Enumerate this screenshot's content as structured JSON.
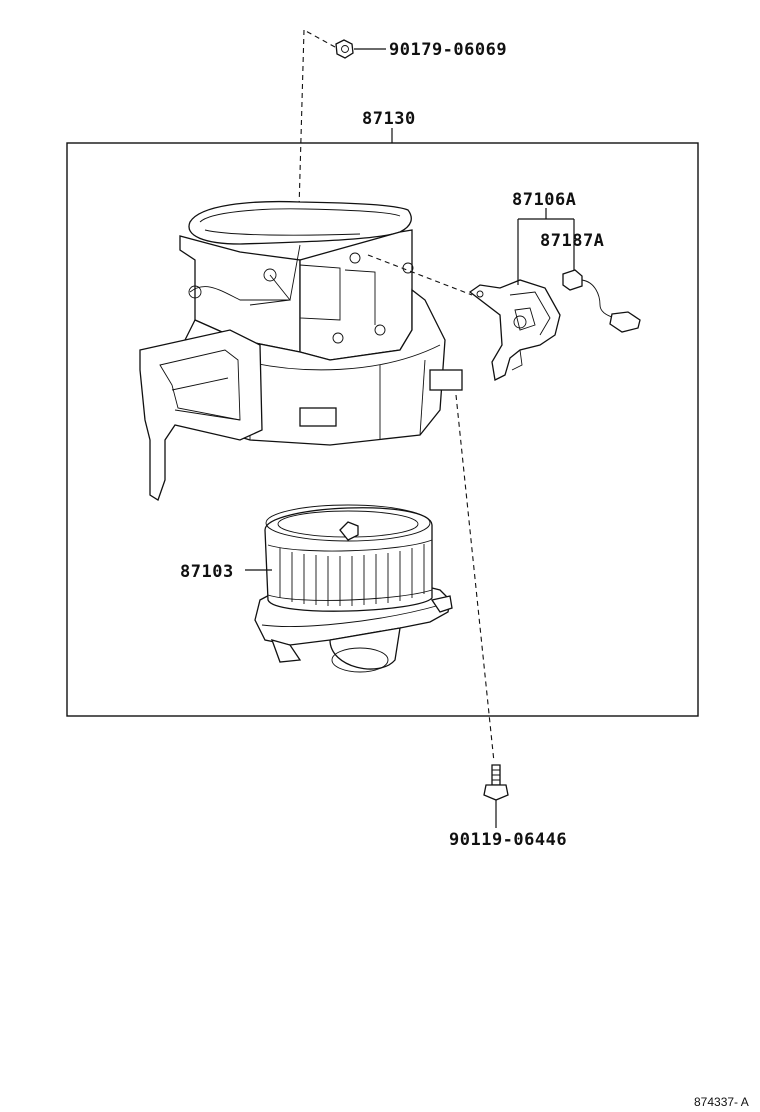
{
  "labels": {
    "nut": "90179-06069",
    "assembly": "87130",
    "servo": "87106A",
    "connector": "87187A",
    "motor": "87103",
    "bolt": "90119-06446"
  },
  "reference": "874337- A"
}
